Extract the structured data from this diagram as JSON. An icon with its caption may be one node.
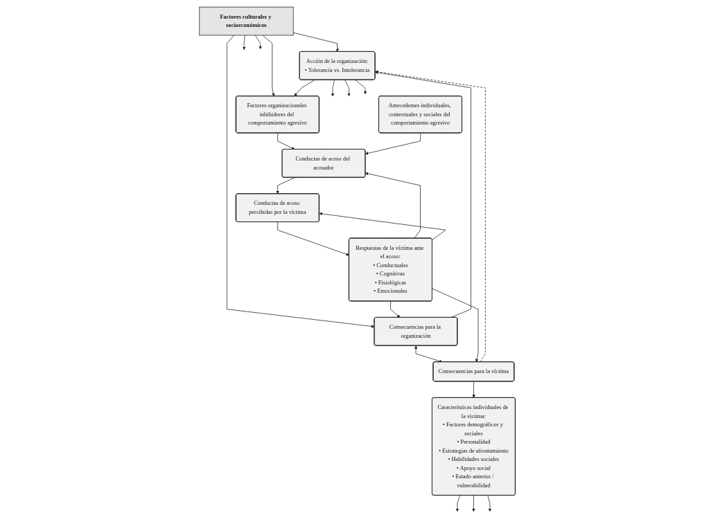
{
  "diagram": {
    "nodes": [
      {
        "text": [
          "Factores culturales y socioeconómicos"
        ]
      },
      {
        "text": [
          "Factores organizacionales inhibidores del comportamiento agresivo"
        ]
      },
      {
        "text": [
          "Acción de la organización:",
          "• Tolerancia vs. Intolerancia"
        ]
      },
      {
        "text": [
          "Consecuencias para la organización"
        ]
      },
      {
        "text": [
          "Conductas de acoso del acosador"
        ]
      },
      {
        "text": [
          "Conductas de acoso percibidas por la víctima"
        ]
      },
      {
        "text": [
          "Respuestas de la víctima ante el acoso:",
          "• Conductuales",
          "• Cognitivas",
          "• Fisiológicas",
          "• Emocionales"
        ]
      },
      {
        "text": [
          "Consecuencias para la víctima"
        ]
      },
      {
        "text": [
          "Antecedentes individuales, contextuales y sociales del comportamiento agresivo"
        ]
      },
      {
        "text": [
          "Características individuales de la víctima:",
          "• Factores demográficos y sociales",
          "• Personalidad",
          "• Estrategias de afrontamiento",
          "• Habilidades sociales",
          "• Apoyo social",
          "• Estado anterior / vulnerabilidad"
        ]
      }
    ],
    "edges": [
      {
        "from": 0,
        "to": 2,
        "arrow": "to"
      },
      {
        "from": 0,
        "to": 1,
        "arrow": "to"
      },
      {
        "from": 0,
        "to": null,
        "arrow": "to"
      },
      {
        "from": 0,
        "to": null,
        "arrow": "to"
      },
      {
        "from": 0,
        "to": 3,
        "arrow": "to"
      },
      {
        "from": 2,
        "to": 1,
        "arrow": "to"
      },
      {
        "from": 3,
        "to": 2,
        "arrow": "to"
      },
      {
        "from": 2,
        "to": null,
        "arrow": "to"
      },
      {
        "from": 7,
        "to": 2,
        "arrow": "to",
        "style": "dashed"
      },
      {
        "from": 3,
        "to": 7,
        "arrow": "both"
      },
      {
        "from": 1,
        "to": 4,
        "arrow": "to"
      },
      {
        "from": 8,
        "to": 4,
        "arrow": "to"
      },
      {
        "from": 2,
        "to": null,
        "arrow": "to"
      },
      {
        "from": 2,
        "to": null,
        "arrow": "to"
      },
      {
        "from": 4,
        "to": 5,
        "arrow": "to"
      },
      {
        "from": 5,
        "to": 6,
        "arrow": "to"
      },
      {
        "from": 9,
        "to": null,
        "arrow": "to"
      },
      {
        "from": 9,
        "to": null,
        "arrow": "to"
      },
      {
        "from": 9,
        "to": null,
        "arrow": "to"
      },
      {
        "from": 6,
        "to": 3,
        "arrow": "to"
      },
      {
        "from": 6,
        "to": 7,
        "arrow": "to"
      },
      {
        "from": 6,
        "to": 4,
        "arrow": "to"
      },
      {
        "from": 6,
        "to": 5,
        "arrow": "to"
      },
      {
        "from": 7,
        "to": 9,
        "arrow": "to"
      }
    ]
  }
}
